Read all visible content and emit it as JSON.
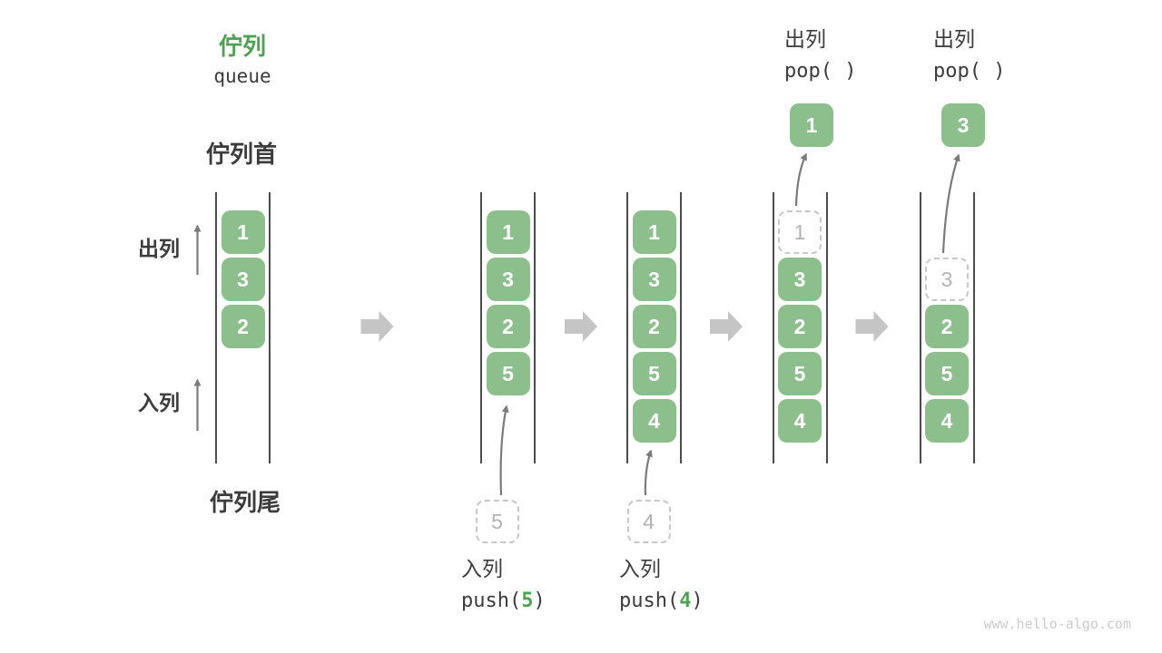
{
  "title": {
    "zh": "佇列",
    "en": "queue"
  },
  "side_labels": {
    "front": "佇列首",
    "rear": "佇列尾",
    "dequeue": "出列",
    "enqueue": "入列"
  },
  "columns": [
    {
      "name": "state-initial",
      "cells": [
        {
          "row": 0,
          "value": "1",
          "style": "solid"
        },
        {
          "row": 1,
          "value": "3",
          "style": "solid"
        },
        {
          "row": 2,
          "value": "2",
          "style": "solid"
        }
      ]
    },
    {
      "name": "state-after-push-5",
      "cells": [
        {
          "row": 0,
          "value": "1",
          "style": "solid"
        },
        {
          "row": 1,
          "value": "3",
          "style": "solid"
        },
        {
          "row": 2,
          "value": "2",
          "style": "solid"
        },
        {
          "row": 3,
          "value": "5",
          "style": "solid"
        }
      ],
      "incoming": {
        "value": "5"
      },
      "op": {
        "position": "bottom",
        "label": "入列",
        "code_prefix": "push(",
        "code_arg": "5",
        "code_suffix": ")"
      }
    },
    {
      "name": "state-after-push-4",
      "cells": [
        {
          "row": 0,
          "value": "1",
          "style": "solid"
        },
        {
          "row": 1,
          "value": "3",
          "style": "solid"
        },
        {
          "row": 2,
          "value": "2",
          "style": "solid"
        },
        {
          "row": 3,
          "value": "5",
          "style": "solid"
        },
        {
          "row": 4,
          "value": "4",
          "style": "solid"
        }
      ],
      "incoming": {
        "value": "4"
      },
      "op": {
        "position": "bottom",
        "label": "入列",
        "code_prefix": "push(",
        "code_arg": "4",
        "code_suffix": ")"
      }
    },
    {
      "name": "state-after-pop-1",
      "cells": [
        {
          "row": 0,
          "value": "1",
          "style": "dashed"
        },
        {
          "row": 1,
          "value": "3",
          "style": "solid"
        },
        {
          "row": 2,
          "value": "2",
          "style": "solid"
        },
        {
          "row": 3,
          "value": "5",
          "style": "solid"
        },
        {
          "row": 4,
          "value": "4",
          "style": "solid"
        }
      ],
      "popped": {
        "value": "1"
      },
      "op": {
        "position": "top",
        "label": "出列",
        "code": "pop( )"
      }
    },
    {
      "name": "state-after-pop-3",
      "cells": [
        {
          "row": 1,
          "value": "3",
          "style": "dashed"
        },
        {
          "row": 2,
          "value": "2",
          "style": "solid"
        },
        {
          "row": 3,
          "value": "5",
          "style": "solid"
        },
        {
          "row": 4,
          "value": "4",
          "style": "solid"
        }
      ],
      "popped": {
        "value": "3"
      },
      "op": {
        "position": "top",
        "label": "出列",
        "code": "pop( )"
      }
    }
  ],
  "colors": {
    "accent_green": "#4FA254",
    "box_green": "#8CBF8B",
    "text_dark": "#3C3C3C",
    "ghost_gray": "#B3B3B3",
    "thin_arrow_gray": "#7B7B7B",
    "block_arrow_gray": "#C5C5C5"
  },
  "watermark": "www.hello-algo.com"
}
